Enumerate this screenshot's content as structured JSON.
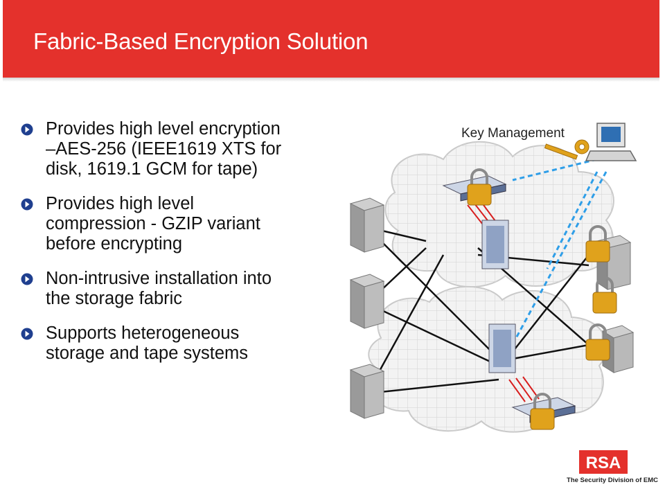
{
  "slide": {
    "title": "Fabric-Based Encryption Solution",
    "bullets": [
      {
        "lines": [
          "Provides high level encryption",
          "–AES-256 (IEEE1619 XTS for",
          "disk, 1619.1 GCM for tape)"
        ]
      },
      {
        "lines": [
          "Provides high level",
          "compression - GZIP variant",
          "before encrypting"
        ]
      },
      {
        "lines": [
          "Non-intrusive installation into",
          "the storage fabric"
        ]
      },
      {
        "lines": [
          "Supports heterogeneous",
          "storage and tape systems"
        ]
      }
    ]
  },
  "diagram": {
    "key_management_label": "Key Management"
  },
  "branding": {
    "logo_text": "RSA",
    "tagline": "The Security Division of EMC"
  },
  "colors": {
    "header": "#e4312c",
    "bullet_marker": "#1f3f8f",
    "key_link": "#2e9ee8",
    "lock": "#e0a21c"
  }
}
